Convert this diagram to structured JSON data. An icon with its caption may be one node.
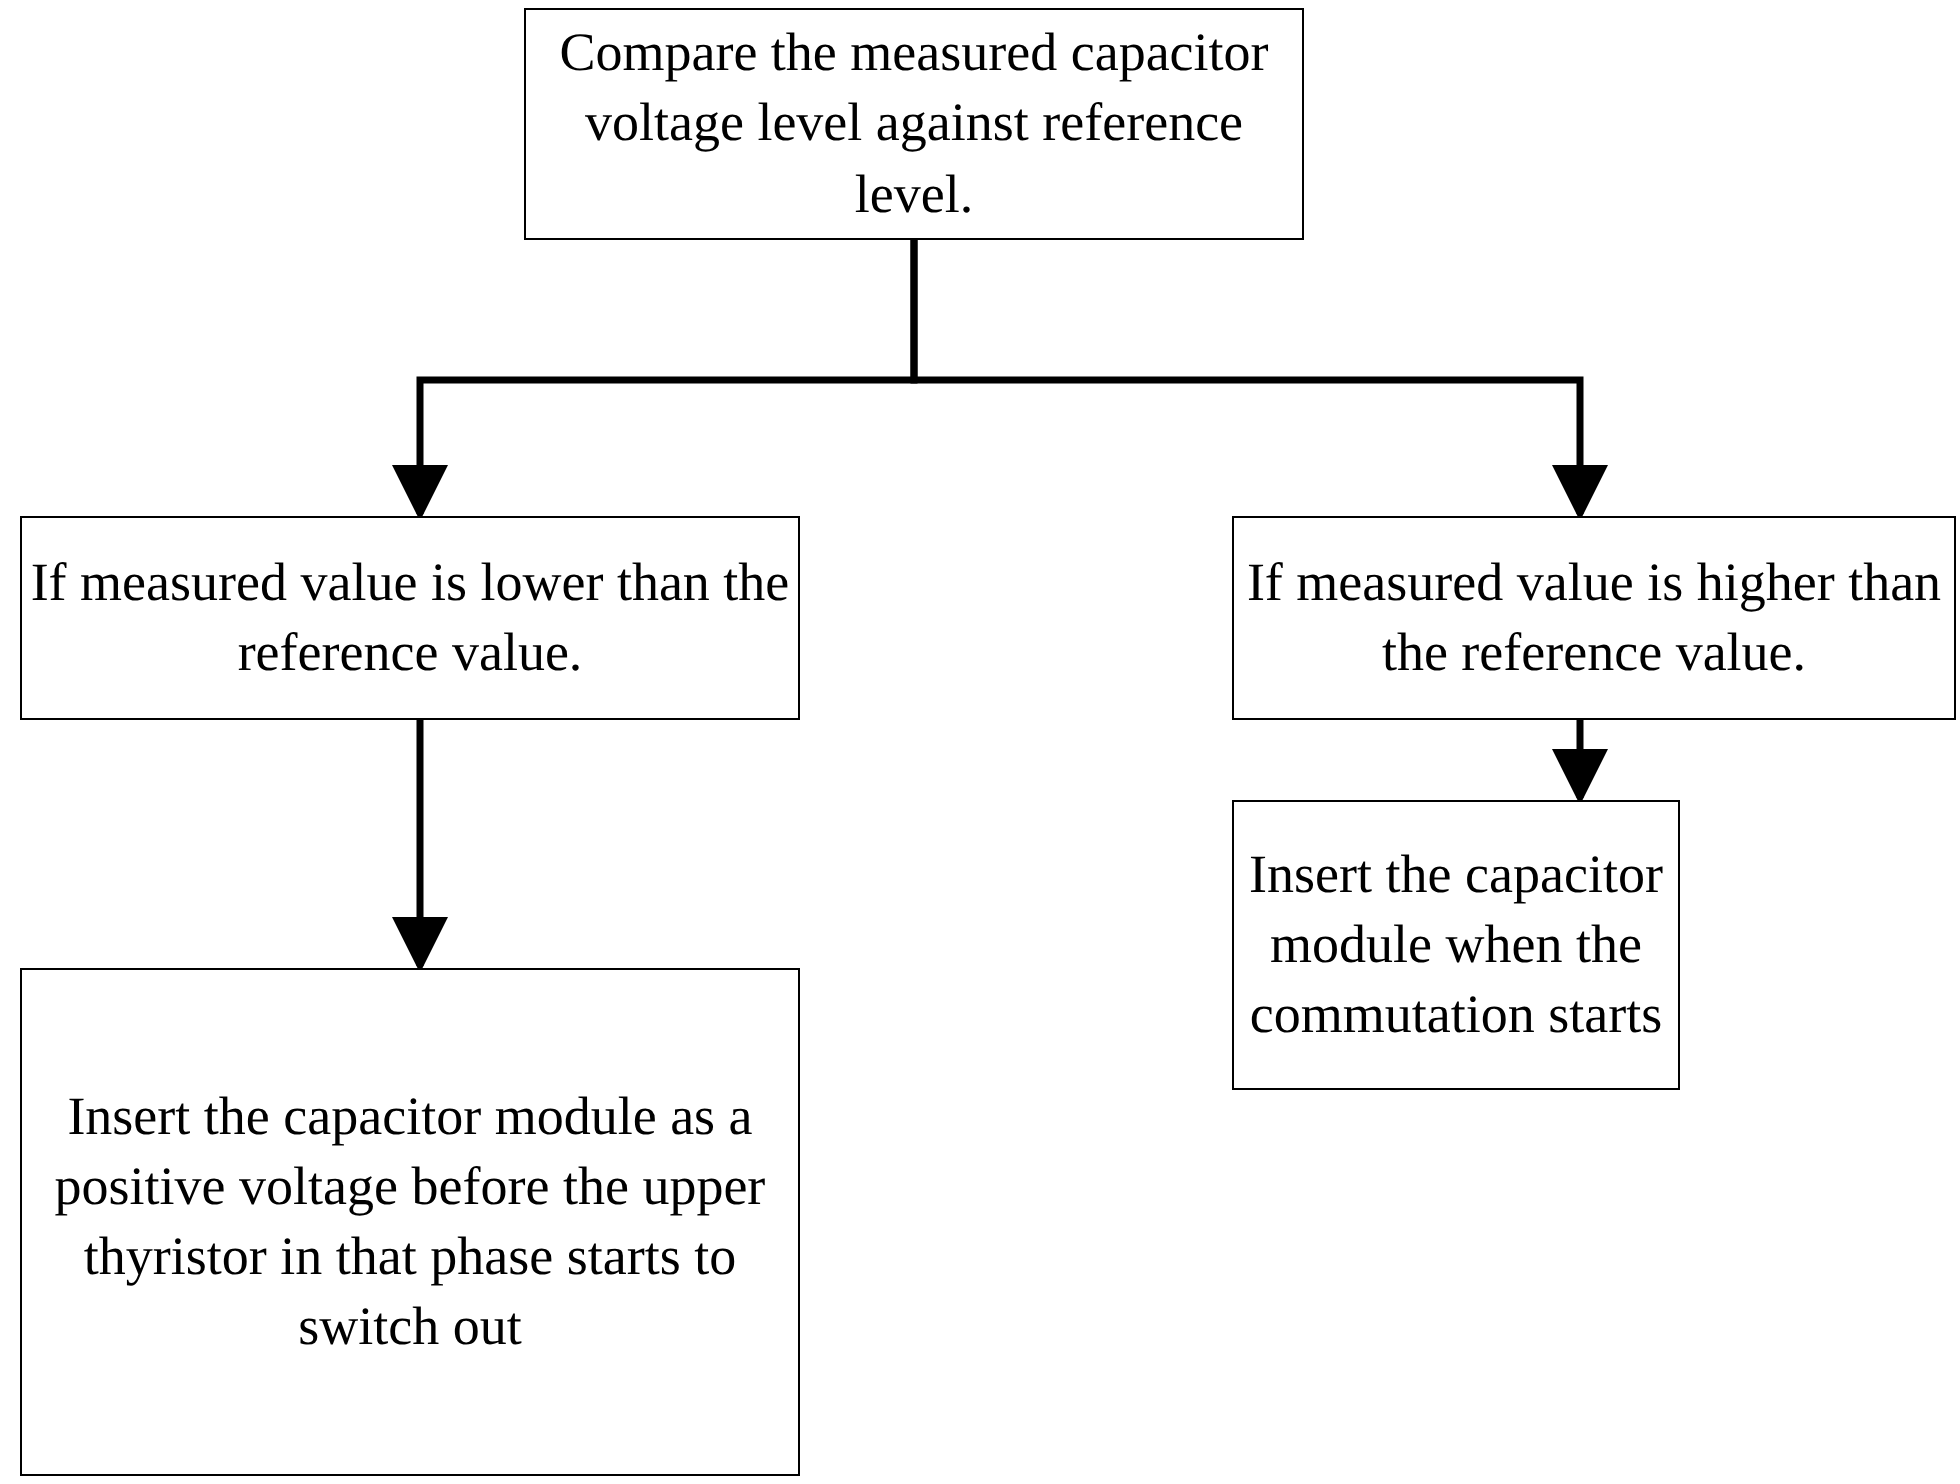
{
  "diagram": {
    "nodes": [
      {
        "text": [
          "Compare the measured capacitor voltage level against reference level."
        ]
      },
      {
        "text": [
          "If measured value is lower than the reference value."
        ]
      },
      {
        "text": [
          "If measured value is higher than the reference value."
        ]
      },
      {
        "text": [
          "Insert the capacitor module as a positive voltage before the upper thyristor in that phase starts to switch out"
        ]
      },
      {
        "text": [
          "Insert the capacitor module when the commutation starts"
        ]
      }
    ],
    "edges": [
      {
        "from": 0,
        "to": 1,
        "arrow": "to"
      },
      {
        "from": 0,
        "to": 2,
        "arrow": "to"
      },
      {
        "from": 1,
        "to": 3,
        "arrow": "to"
      },
      {
        "from": 2,
        "to": 4,
        "arrow": "to"
      }
    ]
  }
}
